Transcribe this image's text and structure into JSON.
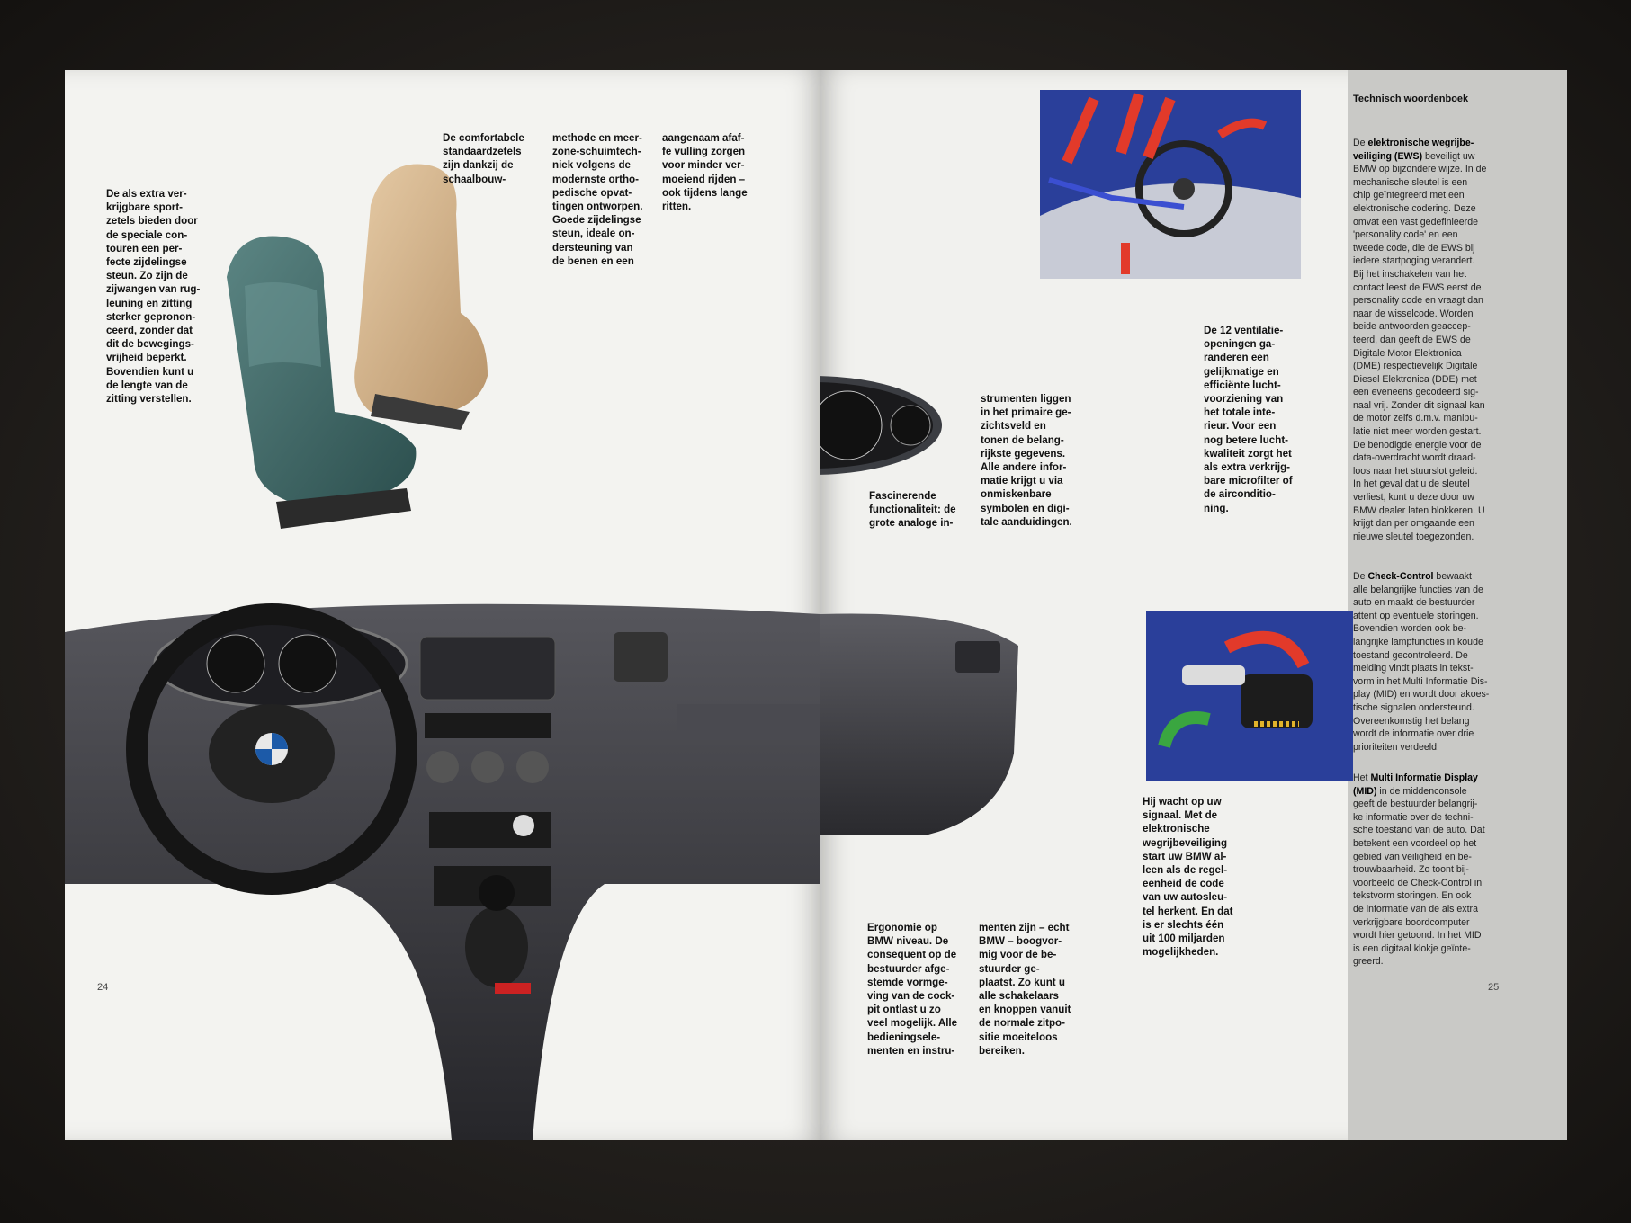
{
  "left_page": {
    "captions": {
      "sport_seats": "De als extra ver-\nkrijgbare sport-\nzetels bieden door\nde speciale con-\ntouren een per-\nfecte zijdelingse\nsteun. Zo zijn de\nzijwangen van rug-\nleuning en zitting\nsterker gepronon-\nceerd, zonder dat\ndit de bewegings-\nvrijheid beperkt.\nBovendien kunt u\nde lengte van de\nzitting verstellen.",
      "comfort_col1": "De comfortabele\nstandaardzetels\nzijn dankzij de\nschaalbouw-",
      "comfort_col2": "methode en meer-\nzone-schuimtech-\nniek volgens de\nmodernste ortho-\npedische opvat-\ntingen ontworpen.\nGoede zijdelingse\nsteun, ideale on-\ndersteuning van\nde benen en een",
      "comfort_col3": "aangenaam afaf-\nfe vulling zorgen\nvoor minder ver-\nmoeiend rijden –\nook tijdens lange\nritten."
    },
    "page_number": "24"
  },
  "right_page": {
    "captions": {
      "instruments_col1": "Fascinerende\nfunctionaliteit: de\ngrote analoge in-",
      "instruments_col2": "strumenten liggen\nin het primaire ge-\nzichtsveld en\ntonen de belang-\nrijkste gegevens.\nAlle andere infor-\nmatie krijgt u via\nonmiskenbare\nsymbolen en digi-\ntale aanduidingen.",
      "ventilation": "De 12 ventilatie-\nopeningen ga-\nranderen een\ngelijkmatige en\nefficiënte lucht-\nvoorziening van\nhet totale inte-\nrieur. Voor een\nnog betere lucht-\nkwaliteit zorgt het\nals extra verkrijg-\nbare microfilter of\nde airconditio-\nning.",
      "ergonomics_col1": "Ergonomie op\nBMW niveau. De\nconsequent op de\nbestuurder afge-\nstemde vormge-\nving van de cock-\npit ontlast u zo\nveel mogelijk. Alle\nbedieningsele-\nmenten en instru-",
      "ergonomics_col2": "menten zijn – echt\nBMW – boogvor-\nmig voor de be-\nstuurder ge-\nplaatst. Zo kunt u\nalle schakelaars\nen knoppen vanuit\nde normale zitpo-\nsitie moeiteloos\nbereiken.",
      "key": "Hij wacht op uw\nsignaal. Met de\nelektronische\nwegrijbeveiliging\nstart uw BMW al-\nleen als de regel-\neenheid de code\nvan uw autosleu-\ntel herkent. En dat\nis er slechts één\nuit 100 miljarden\nmogelijkheden."
    },
    "sidebar": {
      "title": "Technisch woordenboek",
      "ews_intro": "De ",
      "ews_term": "elektronische wegrijbe-\nveiliging (EWS)",
      "ews_text": " beveiligt uw\nBMW op bijzondere wijze. In de\nmechanische sleutel is een\nchip geïntegreerd met een\nelektronische codering. Deze\nomvat een vast gedefinieerde\n'personality code' en een\ntweede code, die de EWS bij\niedere startpoging verandert.\nBij het inschakelen van het\ncontact leest de EWS eerst de\npersonality code en vraagt dan\nnaar de wisselcode. Worden\nbeide antwoorden geaccep-\nteerd, dan geeft de EWS de\nDigitale Motor Elektronica\n(DME) respectievelijk Digitale\nDiesel Elektronica (DDE) met\neen eveneens gecodeerd sig-\nnaal vrij. Zonder dit signaal kan\nde motor zelfs d.m.v. manipu-\nlatie niet meer worden gestart.\nDe benodigde energie voor de\ndata-overdracht wordt draad-\nloos naar het stuurslot geleid.\nIn het geval dat u de sleutel\nverliest, kunt u deze door uw\nBMW dealer laten blokkeren. U\nkrijgt dan per omgaande een\nnieuwe sleutel toegezonden.",
      "cc_intro": "De ",
      "cc_term": "Check-Control",
      "cc_text": " bewaakt\nalle belangrijke functies van de\nauto en maakt de bestuurder\nattent op eventuele storingen.\nBovendien worden ook be-\nlangrijke lampfuncties in koude\ntoestand gecontroleerd. De\nmelding vindt plaats in tekst-\nvorm in het Multi Informatie Dis-\nplay (MID) en wordt door akoes-\ntische signalen ondersteund.\nOvereenkomstig het belang\nwordt de informatie over drie\nprioriteiten verdeeld.",
      "mid_intro": "Het ",
      "mid_term": "Multi Informatie Display\n(MID)",
      "mid_text": " in de middenconsole\ngeeft de bestuurder belangrij-\nke informatie over de techni-\nsche toestand van de auto. Dat\nbetekent een voordeel op het\ngebied van veiligheid en be-\ntrouwbaarheid. Zo toont bij-\nvoorbeeld de Check-Control in\ntekstvorm storingen. En ook\nde informatie van de als extra\nverkrijgbare boordcomputer\nwordt hier getoond. In het MID\nis een digitaal klokje geïnte-\ngreerd."
    },
    "page_number": "25"
  },
  "colors": {
    "page": "#f3f3f0",
    "sidebar": "#c9c9c6",
    "seat_green": "#3f6a68",
    "seat_beige": "#d3b48c",
    "dashboard": "#3a3a3e",
    "render_blue": "#2a3f9a",
    "arrow_red": "#e23a2a"
  }
}
